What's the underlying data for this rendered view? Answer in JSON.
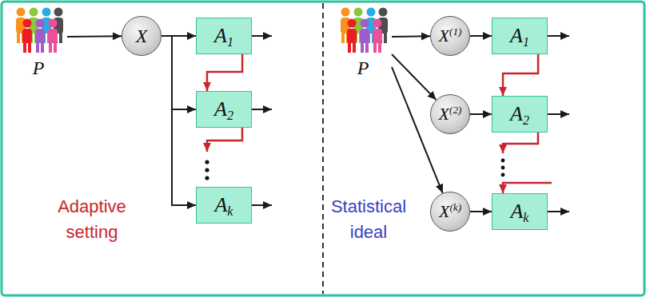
{
  "diagram": {
    "nodes": [
      {
        "text": [
          "P"
        ]
      },
      {
        "text": [
          "X"
        ]
      },
      {
        "text": [
          "A1"
        ]
      },
      {
        "text": [
          "A2"
        ]
      },
      {
        "text": [
          "Ak"
        ]
      },
      {
        "text": [
          "P"
        ]
      },
      {
        "text": [
          "X(1)"
        ]
      },
      {
        "text": [
          "A1"
        ]
      },
      {
        "text": [
          "X(2)"
        ]
      },
      {
        "text": [
          "A2"
        ]
      },
      {
        "text": [
          "X(k)"
        ]
      },
      {
        "text": [
          "Ak"
        ]
      }
    ],
    "edges": [
      {
        "from": 0,
        "to": 1,
        "arrow": "to"
      },
      {
        "from": 1,
        "to": 2,
        "arrow": "to"
      },
      {
        "from": 1,
        "to": 3,
        "arrow": "to"
      },
      {
        "from": 1,
        "to": 4,
        "arrow": "to"
      },
      {
        "from": 2,
        "to": 3,
        "arrow": "to"
      },
      {
        "from": 5,
        "to": 6,
        "arrow": "to"
      },
      {
        "from": 5,
        "to": 8,
        "arrow": "to"
      },
      {
        "from": 5,
        "to": 10,
        "arrow": "to"
      },
      {
        "from": 6,
        "to": 7,
        "arrow": "to"
      },
      {
        "from": 8,
        "to": 9,
        "arrow": "to"
      },
      {
        "from": 10,
        "to": 11,
        "arrow": "to"
      },
      {
        "from": 7,
        "to": 9,
        "arrow": "to"
      }
    ],
    "labels": [
      "Adaptive setting",
      "Statistical ideal"
    ]
  }
}
